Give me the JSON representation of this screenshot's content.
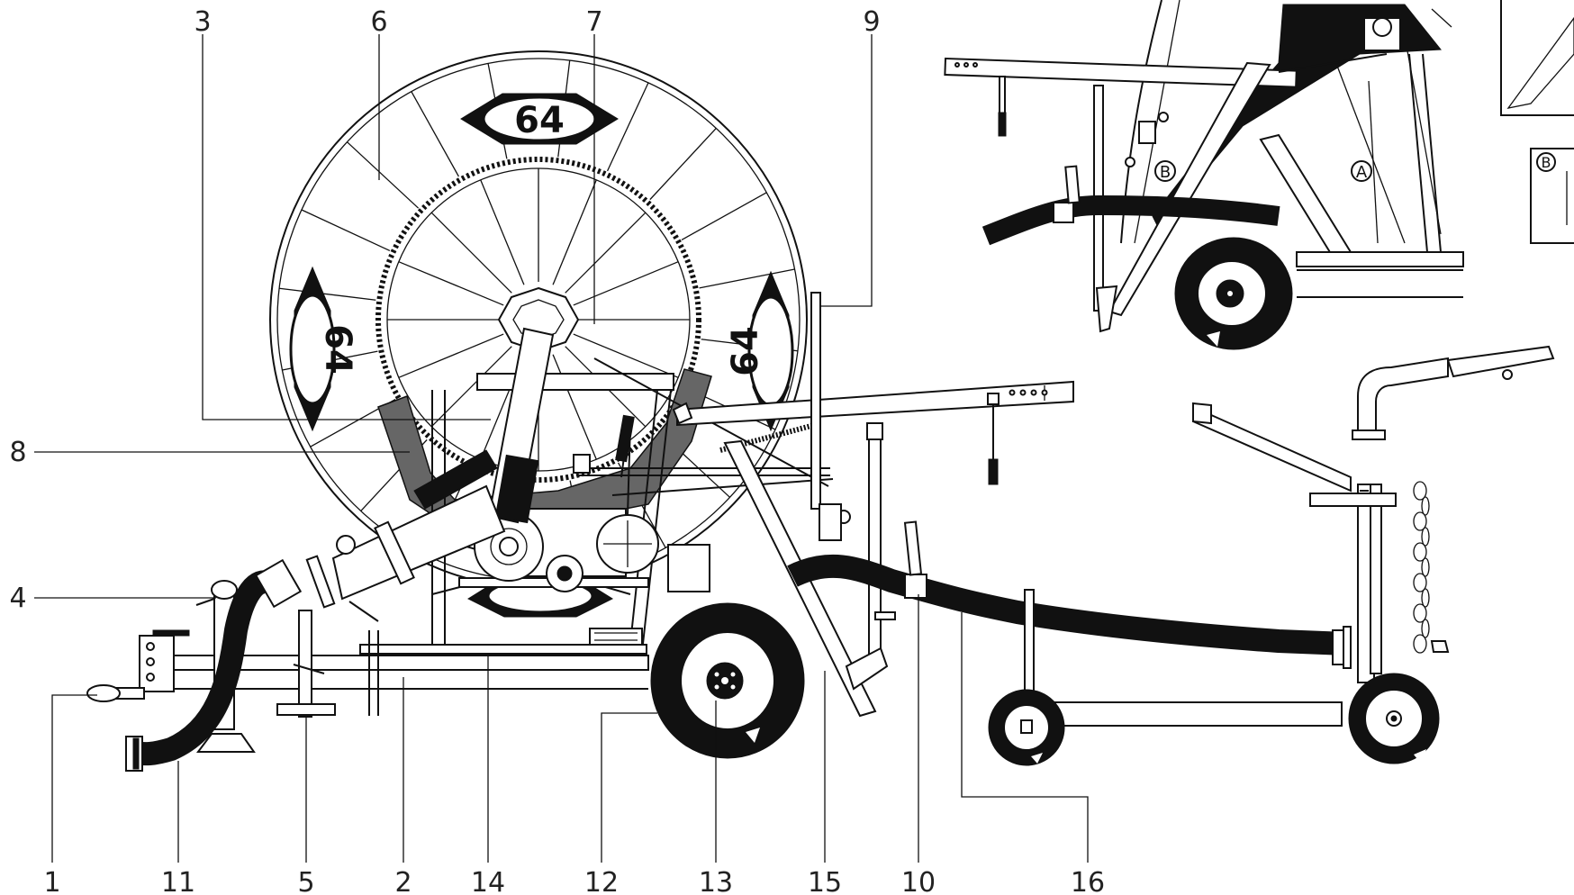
{
  "callouts": [
    "1",
    "2",
    "3",
    "4",
    "5",
    "6",
    "7",
    "8",
    "9",
    "10",
    "11",
    "12",
    "13",
    "14",
    "15",
    "16"
  ],
  "reel_logo": "64",
  "detail_markers": [
    "A",
    "B",
    "B"
  ]
}
